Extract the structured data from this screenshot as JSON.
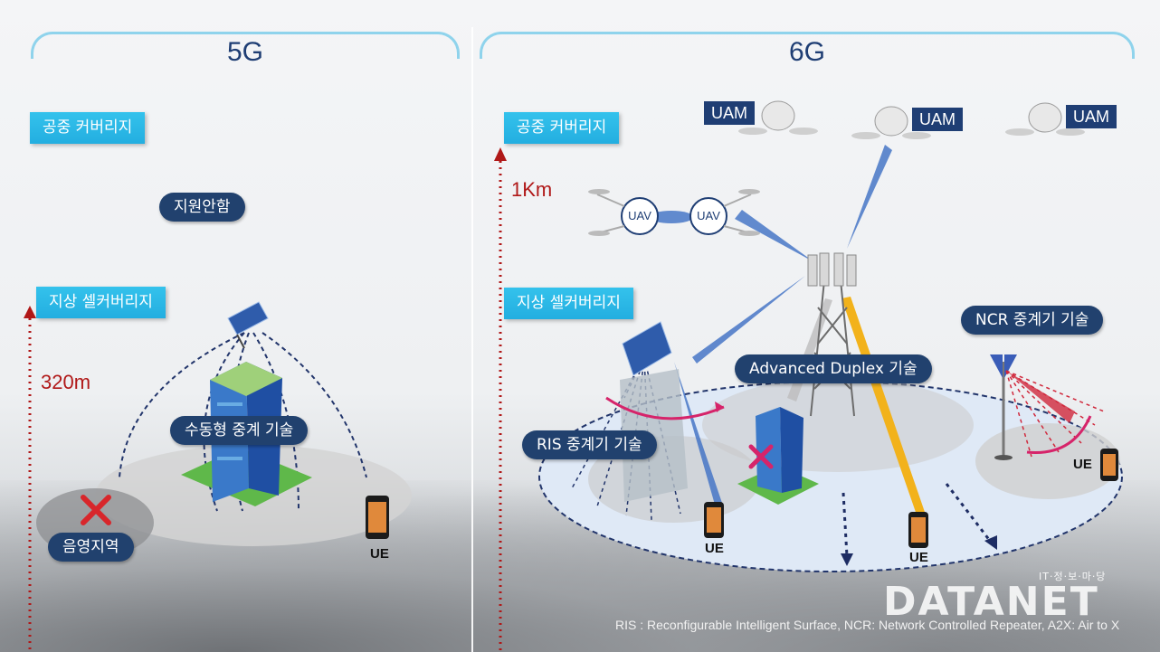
{
  "left": {
    "title": "5G",
    "aerial_label": "공중 커버리지",
    "unsupported_label": "지원안함",
    "ground_label": "지상 셀커버리지",
    "distance": "320m",
    "tech_label": "수동형 중계 기술",
    "shadow_label": "음영지역",
    "ue_label": "UE"
  },
  "right": {
    "title": "6G",
    "aerial_label": "공중 커버리지",
    "distance": "1Km",
    "ground_label": "지상 셀커버리지",
    "uam_labels": [
      "UAM",
      "UAM",
      "UAM"
    ],
    "uav_labels": [
      "UAV",
      "UAV"
    ],
    "ncr_label": "NCR 중계기 기술",
    "duplex_label": "Advanced Duplex 기술",
    "ris_label": "RIS 중계기 기술",
    "ue_labels": [
      "UE",
      "UE",
      "UE"
    ]
  },
  "footnote": "RIS : Reconfigurable Intelligent Surface, NCR: Network Controlled Repeater, A2X: Air to X",
  "logo": {
    "main": "DATANET",
    "sub": "IT·정·보·마·당"
  },
  "colors": {
    "title": "#1f3e74",
    "tag": "#23aee0",
    "pill": "#21416e",
    "distance": "#b01818",
    "beam_blue": "#3d6fc4",
    "beam_yellow": "#f2b21b",
    "beam_red": "#d0283c"
  }
}
